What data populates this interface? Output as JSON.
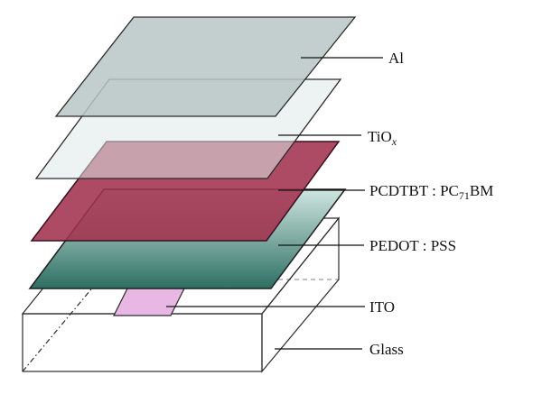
{
  "layers": [
    {
      "id": "al",
      "label": "Al"
    },
    {
      "id": "tiox",
      "label_base": "TiO",
      "label_sub": "x"
    },
    {
      "id": "pcdtbt",
      "label_base": "PCDTBT : PC",
      "label_sub": "71",
      "label_tail": "BM"
    },
    {
      "id": "pedot",
      "label": "PEDOT : PSS"
    },
    {
      "id": "ito",
      "label": "ITO"
    },
    {
      "id": "glass",
      "label": "Glass"
    }
  ],
  "colors": {
    "al": "#b9c6c5",
    "tiox": "#dde9e7",
    "pcdtbt": "#a3324f",
    "pedot_top": "#cfe6e0",
    "pedot_bottom": "#2d6f63",
    "ito": "#e8b7e3",
    "outline": "#2b2b2b"
  }
}
